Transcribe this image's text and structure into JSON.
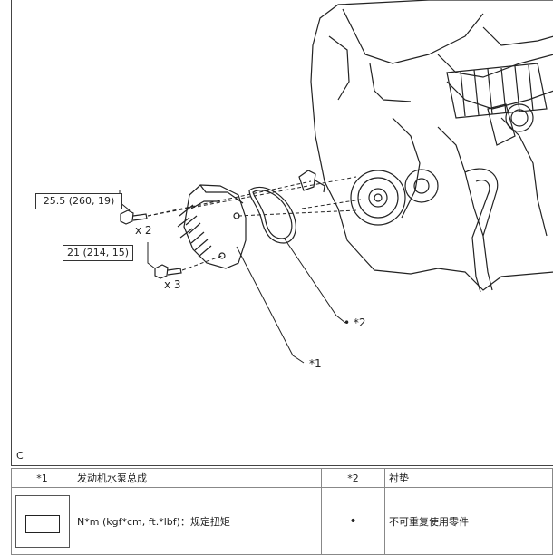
{
  "diagram": {
    "torque_labels": [
      "25.5 (260, 19)",
      "21 (214, 15)"
    ],
    "quantity_labels": [
      "x 2",
      "x 3"
    ],
    "callouts": [
      "*1",
      "• *2"
    ],
    "figure_code": "C"
  },
  "legend": {
    "row1": {
      "key1": "*1",
      "value1": "发动机水泵总成",
      "key2": "*2",
      "value2": "衬垫"
    },
    "row2": {
      "symbol": "torque-box-symbol",
      "description": "N*m (kgf*cm, ft.*lbf)：规定扭矩",
      "dot": "•",
      "dot_description": "不可重复使用零件"
    }
  }
}
